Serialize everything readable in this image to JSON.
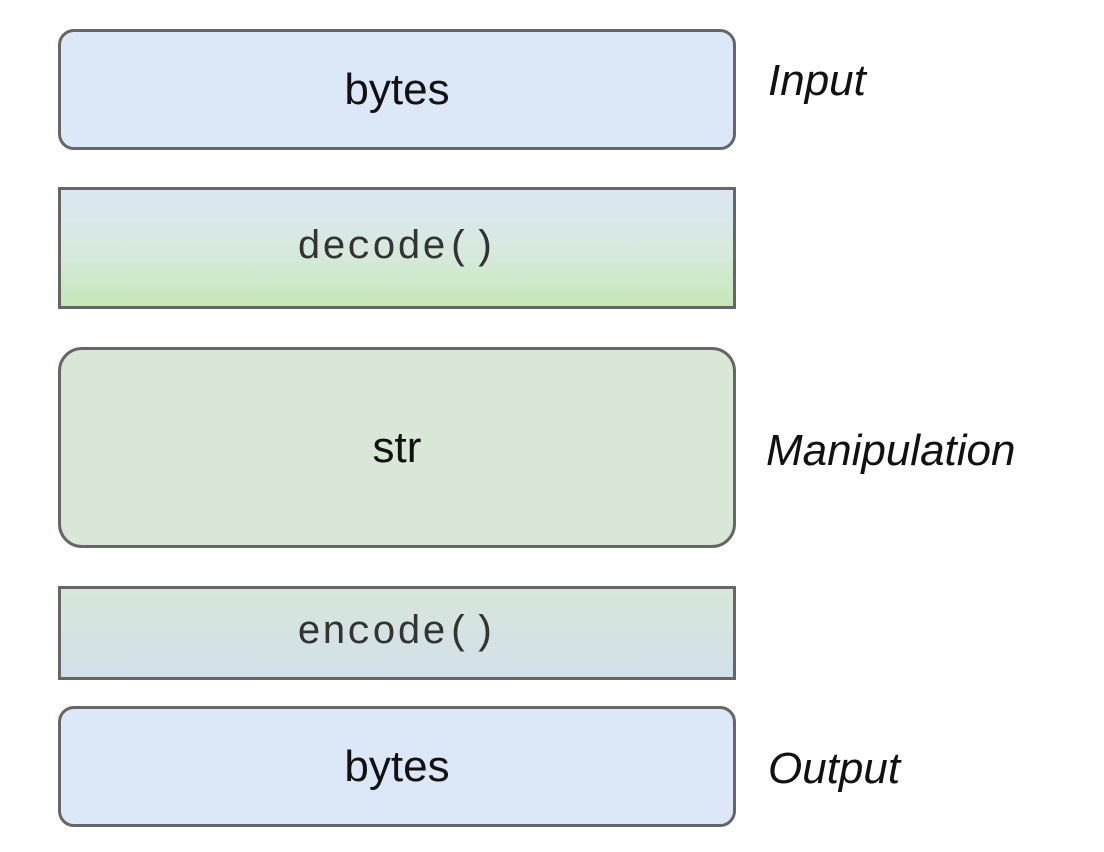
{
  "boxes": {
    "input_bytes": "bytes",
    "decode": "decode()",
    "str": "str",
    "encode": "encode()",
    "output_bytes": "bytes"
  },
  "labels": {
    "input": "Input",
    "manipulation": "Manipulation",
    "output": "Output"
  },
  "colors": {
    "bytes_fill": "#dce7f8",
    "str_fill": "#d9e7d6",
    "decode_gradient_top": "#dce7f3",
    "decode_gradient_bottom": "#c6e8b8",
    "encode_fill": "#d3e0ea",
    "border": "#666666"
  }
}
